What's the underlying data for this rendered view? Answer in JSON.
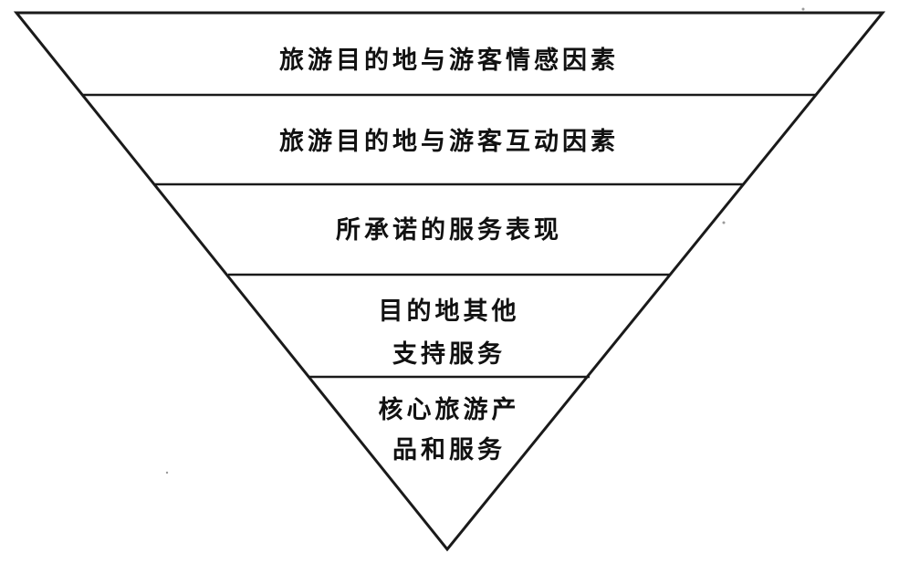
{
  "diagram": {
    "type": "inverted-pyramid",
    "layers": [
      {
        "lines": [
          "旅游目的地与游客情感因素"
        ]
      },
      {
        "lines": [
          "旅游目的地与游客互动因素"
        ]
      },
      {
        "lines": [
          "所承诺的服务表现"
        ]
      },
      {
        "lines": [
          "目的地其他",
          "支持服务"
        ]
      },
      {
        "lines": [
          "核心旅游产",
          "品和服务"
        ]
      }
    ]
  },
  "style": {
    "line_color": "#1a1a1a",
    "text_color": "#111111",
    "background": "#ffffff"
  }
}
